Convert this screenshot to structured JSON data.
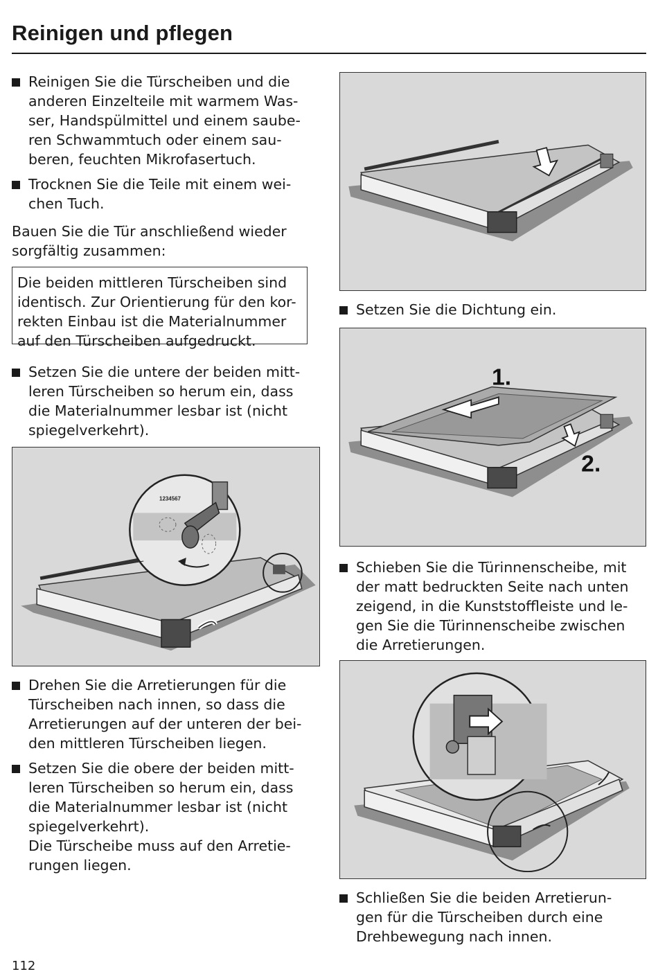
{
  "page": {
    "title": "Reinigen und pflegen",
    "page_number": "112"
  },
  "left": {
    "b1": "Reinigen Sie die Türscheiben und die\nanderen Einzelteile mit warmem Was-\nser, Handspülmittel und einem saube-\nren Schwammtuch oder einem sau-\nberen, feuchten Mikrofasertuch.",
    "b2": "Trocknen Sie die Teile mit einem wei-\nchen Tuch.",
    "p1": "Bauen Sie die Tür anschließend wieder\nsorgfältig zusammen:",
    "note": "Die beiden mittleren Türscheiben sind\nidentisch. Zur Orientierung für den kor-\nrekten Einbau ist die Materialnummer\nauf den Türscheiben aufgedruckt.",
    "b3": "Setzen Sie die untere der beiden mitt-\nleren Türscheiben so herum ein, dass\ndie Materialnummer lesbar ist (nicht\nspiegelverkehrt).",
    "fig1_label": "1234567",
    "b4": "Drehen Sie die Arretierungen für die\nTürscheiben nach innen, so dass die\nArretierungen auf der unteren der bei-\nden mittleren Türscheiben liegen.",
    "b5": "Setzen Sie die obere der beiden mitt-\nleren Türscheiben so herum ein, dass\ndie Materialnummer lesbar ist (nicht\nspiegelverkehrt).\nDie Türscheibe muss auf den Arretie-\nrungen liegen."
  },
  "right": {
    "b1": "Setzen Sie die Dichtung ein.",
    "fig3_step1": "1.",
    "fig3_step2": "2.",
    "b2": "Schieben Sie die Türinnenscheibe, mit\nder matt bedruckten Seite nach unten\nzeigend, in die Kunststoffleiste und le-\ngen Sie die Türinnenscheibe zwischen\ndie Arretierungen.",
    "b3": "Schließen Sie die beiden Arretierun-\ngen für die Türscheiben durch eine\nDrehbewegung nach innen."
  }
}
